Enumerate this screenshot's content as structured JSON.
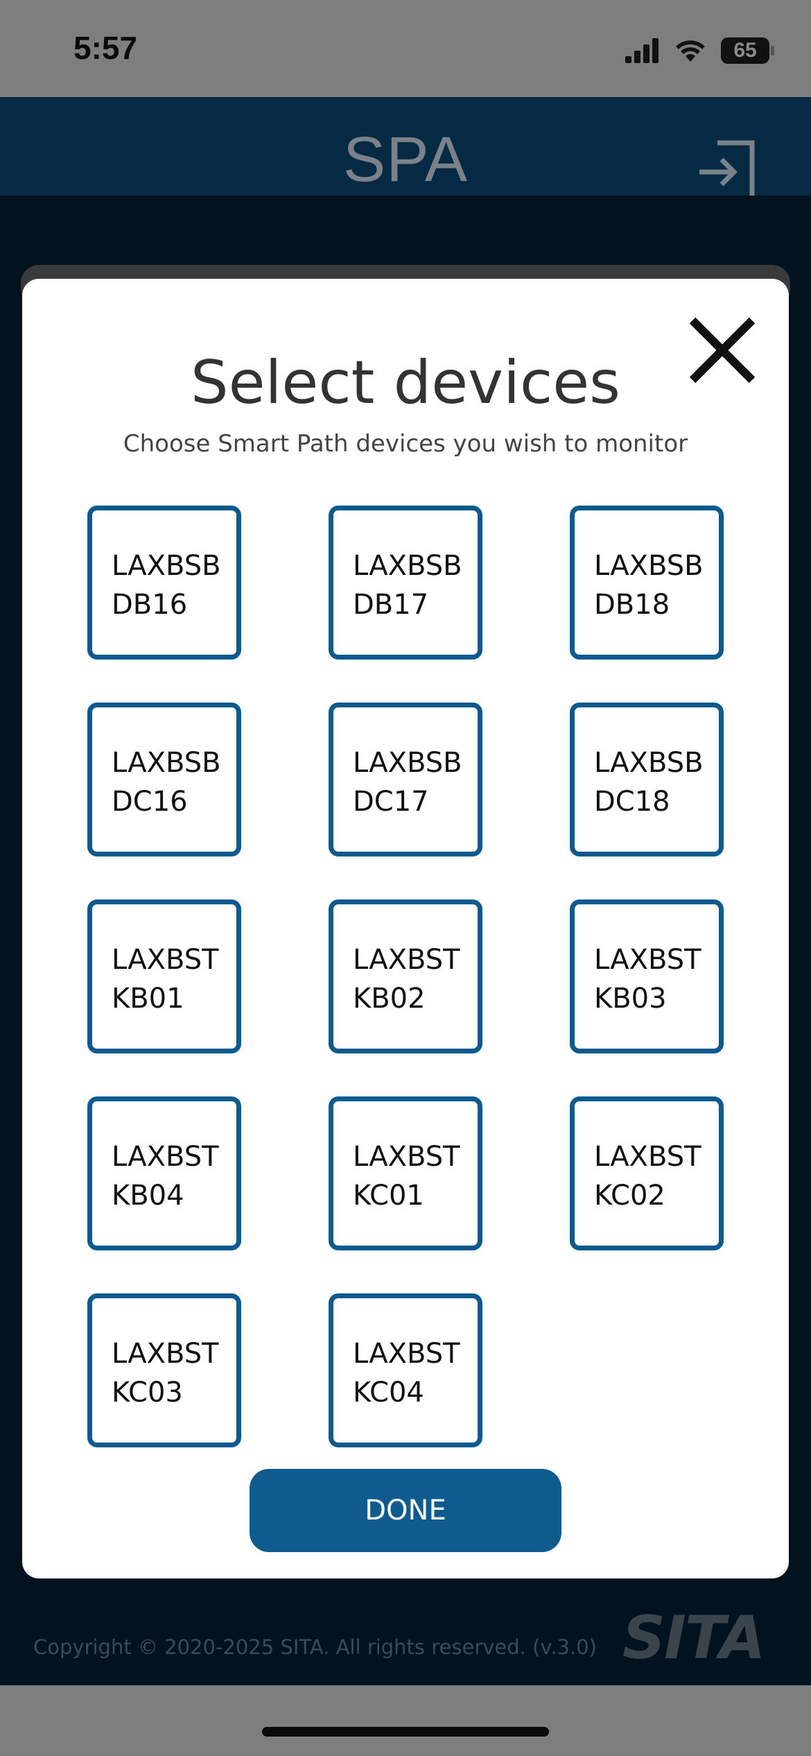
{
  "status_bar": {
    "time": "5:57",
    "battery": "65"
  },
  "header": {
    "title": "SPA"
  },
  "modal": {
    "title": "Select devices",
    "subtitle": "Choose Smart Path devices you wish to monitor",
    "devices": [
      [
        "LAXBSB",
        "DB16"
      ],
      [
        "LAXBSB",
        "DB17"
      ],
      [
        "LAXBSB",
        "DB18"
      ],
      [
        "LAXBSB",
        "DC16"
      ],
      [
        "LAXBSB",
        "DC17"
      ],
      [
        "LAXBSB",
        "DC18"
      ],
      [
        "LAXBST",
        "KB01"
      ],
      [
        "LAXBST",
        "KB02"
      ],
      [
        "LAXBST",
        "KB03"
      ],
      [
        "LAXBST",
        "KB04"
      ],
      [
        "LAXBST",
        "KC01"
      ],
      [
        "LAXBST",
        "KC02"
      ],
      [
        "LAXBST",
        "KC03"
      ],
      [
        "LAXBST",
        "KC04"
      ]
    ],
    "done_label": "DONE"
  },
  "footer": {
    "copyright": "Copyright © 2020-2025 SITA. All rights reserved. (v.3.0)",
    "logo_text": "SITA"
  },
  "colors": {
    "accent": "#0f5a8f",
    "tile_border": "#0d5a8f",
    "header_bg": "#072a44",
    "app_bg": "#03121f"
  },
  "icons": {
    "close": "close-icon",
    "exit": "exit-icon",
    "signal": "signal-icon",
    "wifi": "wifi-icon",
    "battery": "battery-icon"
  }
}
